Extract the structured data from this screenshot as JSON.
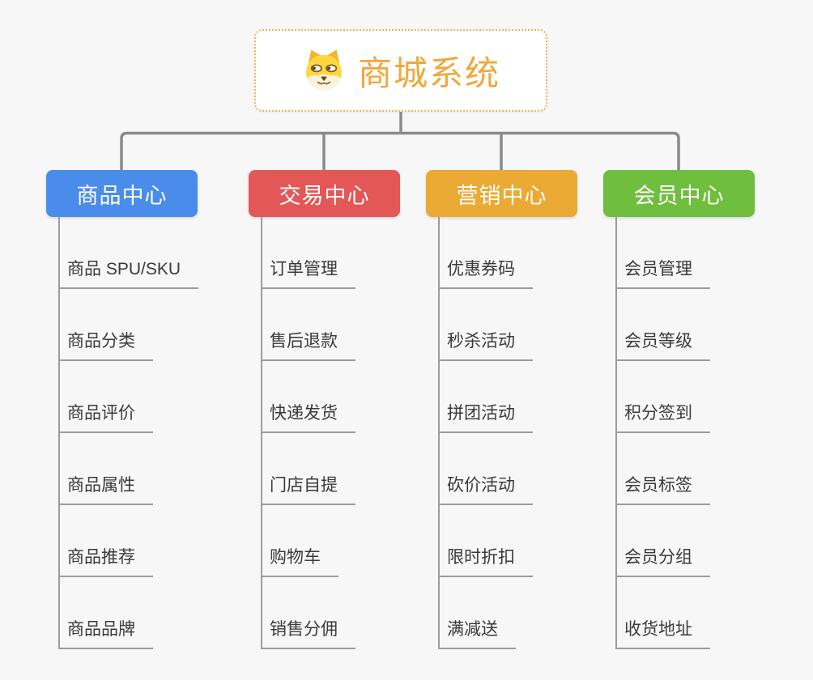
{
  "background": "#F7F7F7",
  "connector_color": "#8A8A8A",
  "item_line_color": "#9C9C9C",
  "root": {
    "title": "商城系统",
    "icon": "doge-face-icon",
    "text_color": "#F0A83C",
    "border_color": "#EDB25C"
  },
  "branches": [
    {
      "title": "商品中心",
      "color": "#4A8CEA",
      "children": [
        "商品 SPU/SKU",
        "商品分类",
        "商品评价",
        "商品属性",
        "商品推荐",
        "商品品牌"
      ]
    },
    {
      "title": "交易中心",
      "color": "#E35757",
      "children": [
        "订单管理",
        "售后退款",
        "快递发货",
        "门店自提",
        "购物车",
        "销售分佣"
      ]
    },
    {
      "title": "营销中心",
      "color": "#EAAA33",
      "children": [
        "优惠券码",
        "秒杀活动",
        "拼团活动",
        "砍价活动",
        "限时折扣",
        "满减送"
      ]
    },
    {
      "title": "会员中心",
      "color": "#6FBE3D",
      "children": [
        "会员管理",
        "会员等级",
        "积分签到",
        "会员标签",
        "会员分组",
        "收货地址"
      ]
    }
  ]
}
